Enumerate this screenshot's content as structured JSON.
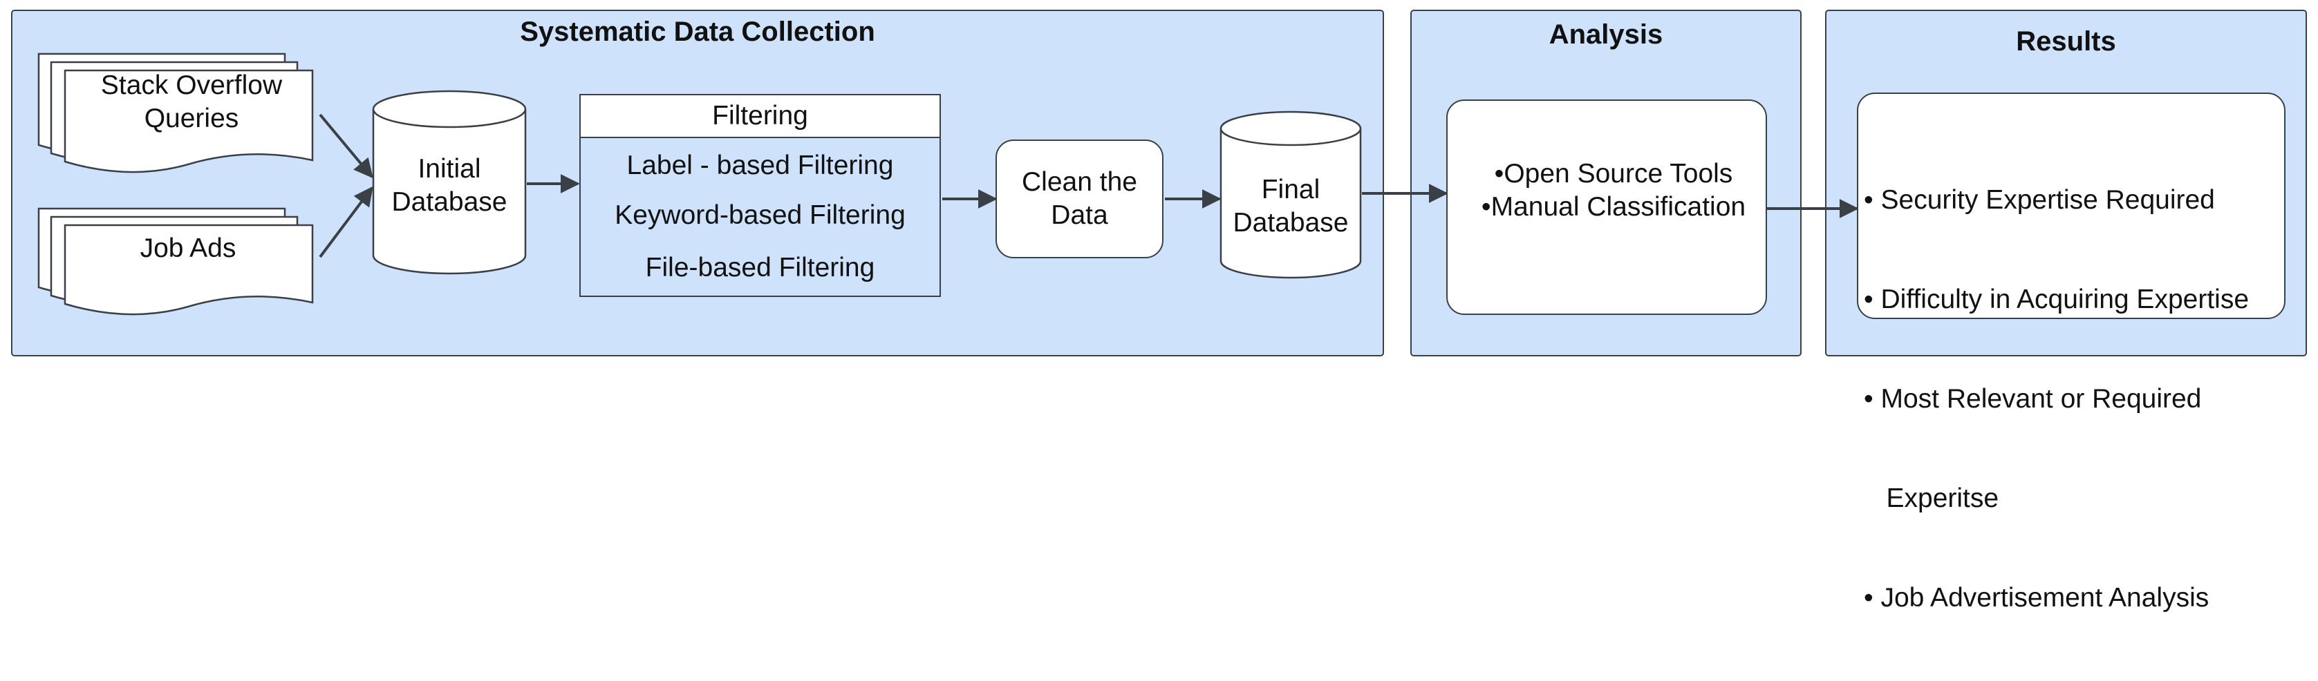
{
  "panels": {
    "collection_title": "Systematic Data Collection",
    "analysis_title": "Analysis",
    "results_title": "Results"
  },
  "sources": {
    "stack_overflow": [
      "Stack Overflow",
      "Queries"
    ],
    "job_ads": "Job Ads"
  },
  "initial_db": [
    "Initial",
    "Database"
  ],
  "filtering": {
    "header": "Filtering",
    "items": [
      "Label - based Filtering",
      "Keyword-based Filtering",
      "File-based Filtering"
    ]
  },
  "clean": [
    "Clean the",
    "Data"
  ],
  "final_db": [
    "Final",
    "Database"
  ],
  "analysis_items": [
    "•Open Source Tools",
    "•Manual Classification"
  ],
  "results_items": [
    "• Security Expertise Required",
    "• Difficulty in Acquiring Expertise",
    "• Most Relevant or Required",
    "   Experitse",
    "• Job Advertisement Analysis"
  ],
  "colors": {
    "panel": "#cfe2fb",
    "stroke": "#3b3f46",
    "shape": "#ffffff"
  }
}
